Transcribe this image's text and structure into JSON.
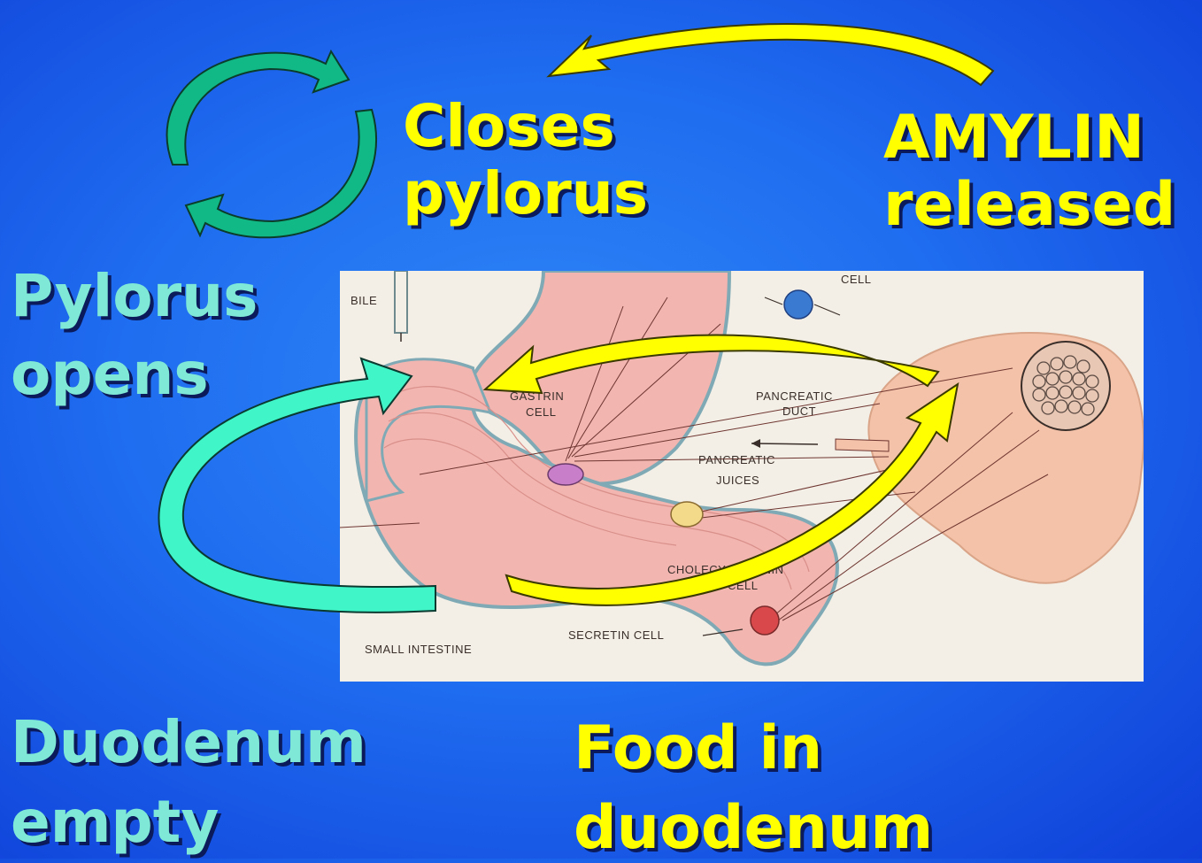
{
  "colors": {
    "yellow": "#ffff00",
    "aqua": "#7fe8d6",
    "arrow_yellow": "#ffff00",
    "arrow_aqua": "#40f5c8",
    "arrow_green": "#10b985",
    "tissue_pink": "#f2b5b0",
    "pancreas": "#f4c2a8"
  },
  "labels": {
    "amylin_line1": "AMYLIN",
    "amylin_line2": "released",
    "closes_line1": "Closes",
    "closes_line2": "pylorus",
    "pylorus_line1": "Pylorus",
    "pylorus_line2": "opens",
    "duodenum_line1": "Duodenum",
    "duodenum_line2": "empty",
    "food_line1": "Food in",
    "food_line2": "duodenum"
  },
  "diagram": {
    "bile": "BILE",
    "cell_top": "CELL",
    "gastrin_line1": "GASTRIN",
    "gastrin_line2": "CELL",
    "pancreatic_duct_line1": "PANCREATIC",
    "pancreatic_duct_line2": "DUCT",
    "pancreatic_juices_line1": "PANCREATIC",
    "pancreatic_juices_line2": "JUICES",
    "cholecystokinin_line1": "CHOLECYSTOKININ",
    "cholecystokinin_line2": "CELL",
    "secretin": "SECRETIN CELL",
    "small_intestine": "SMALL INTESTINE"
  }
}
